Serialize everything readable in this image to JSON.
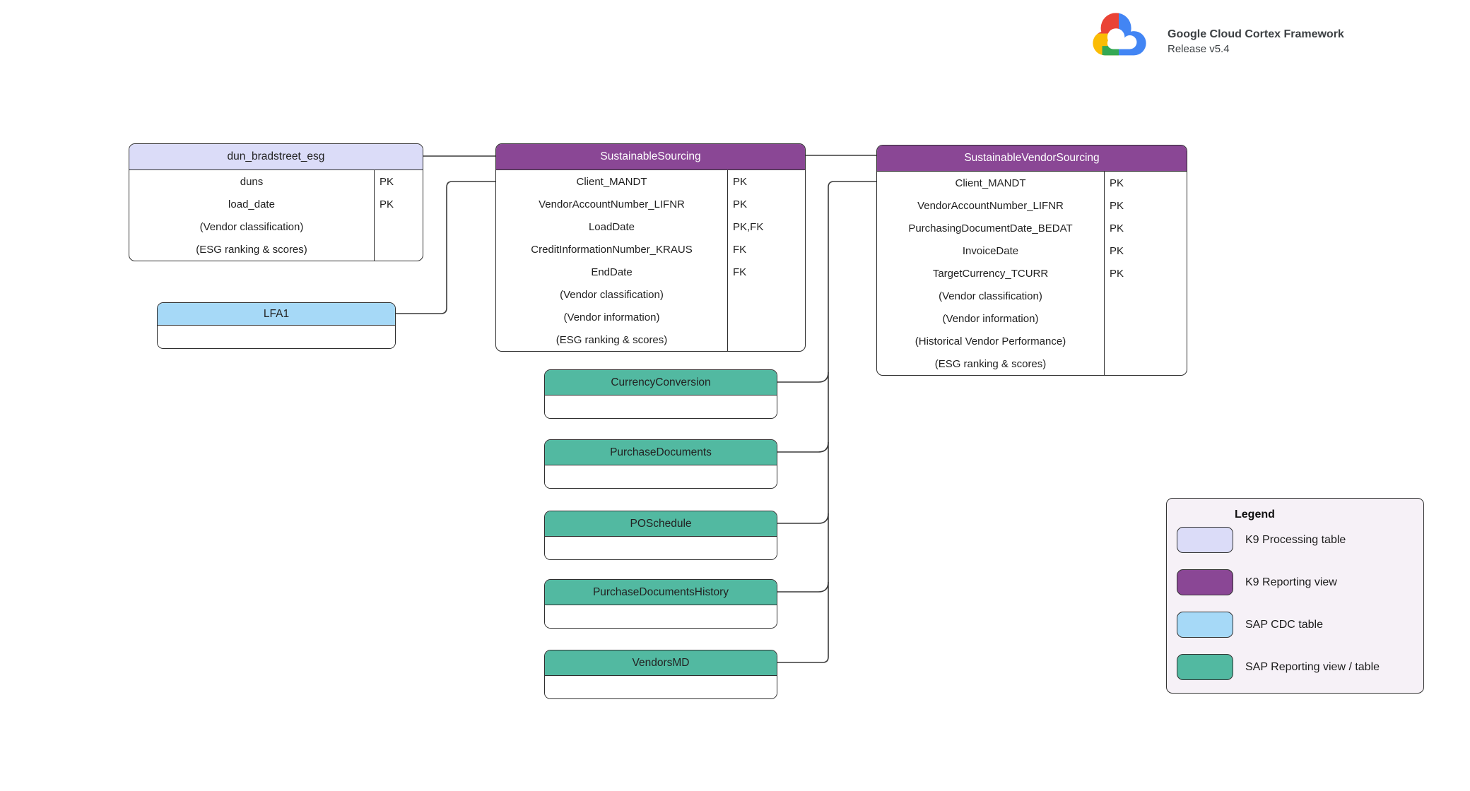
{
  "header": {
    "title": "Google Cloud Cortex Framework",
    "subtitle": "Release v5.4",
    "logo": "google-cloud-logo"
  },
  "tables": [
    {
      "name": "dun_bradstreet_esg",
      "type": "K9 Processing table",
      "fields": [
        {
          "name": "duns",
          "key": "PK"
        },
        {
          "name": "load_date",
          "key": "PK"
        },
        {
          "name": "(Vendor classification)",
          "key": ""
        },
        {
          "name": "(ESG ranking & scores)",
          "key": ""
        }
      ]
    },
    {
      "name": "SustainableSourcing",
      "type": "K9 Reporting view",
      "fields": [
        {
          "name": "Client_MANDT",
          "key": "PK"
        },
        {
          "name": "VendorAccountNumber_LIFNR",
          "key": "PK"
        },
        {
          "name": "LoadDate",
          "key": "PK,FK"
        },
        {
          "name": "CreditInformationNumber_KRAUS",
          "key": "FK"
        },
        {
          "name": "EndDate",
          "key": "FK"
        },
        {
          "name": "(Vendor classification)",
          "key": ""
        },
        {
          "name": "(Vendor information)",
          "key": ""
        },
        {
          "name": "(ESG ranking & scores)",
          "key": ""
        }
      ]
    },
    {
      "name": "SustainableVendorSourcing",
      "type": "K9 Reporting view",
      "fields": [
        {
          "name": "Client_MANDT",
          "key": "PK"
        },
        {
          "name": "VendorAccountNumber_LIFNR",
          "key": "PK"
        },
        {
          "name": "PurchasingDocumentDate_BEDAT",
          "key": "PK"
        },
        {
          "name": "InvoiceDate",
          "key": "PK"
        },
        {
          "name": "TargetCurrency_TCURR",
          "key": "PK"
        },
        {
          "name": "(Vendor classification)",
          "key": ""
        },
        {
          "name": "(Vendor information)",
          "key": ""
        },
        {
          "name": "(Historical Vendor Performance)",
          "key": ""
        },
        {
          "name": "(ESG ranking & scores)",
          "key": ""
        }
      ]
    },
    {
      "name": "LFA1",
      "type": "SAP CDC table",
      "fields": []
    },
    {
      "name": "CurrencyConversion",
      "type": "SAP Reporting view / table",
      "fields": []
    },
    {
      "name": "PurchaseDocuments",
      "type": "SAP Reporting view / table",
      "fields": []
    },
    {
      "name": "POSchedule",
      "type": "SAP Reporting view / table",
      "fields": []
    },
    {
      "name": "PurchaseDocumentsHistory",
      "type": "SAP Reporting view / table",
      "fields": []
    },
    {
      "name": "VendorsMD",
      "type": "SAP Reporting view / table",
      "fields": []
    }
  ],
  "legend": {
    "title": "Legend",
    "items": [
      {
        "label": "K9 Processing table",
        "color": "#dbdcf8"
      },
      {
        "label": "K9 Reporting view",
        "color": "#8a4795"
      },
      {
        "label": "SAP CDC table",
        "color": "#a6d9f7"
      },
      {
        "label": "SAP Reporting view / table",
        "color": "#52b9a1"
      }
    ]
  },
  "logo_colors": {
    "blue": "#4285F4",
    "red": "#EA4335",
    "yellow": "#FBBC05",
    "green": "#34A853"
  }
}
